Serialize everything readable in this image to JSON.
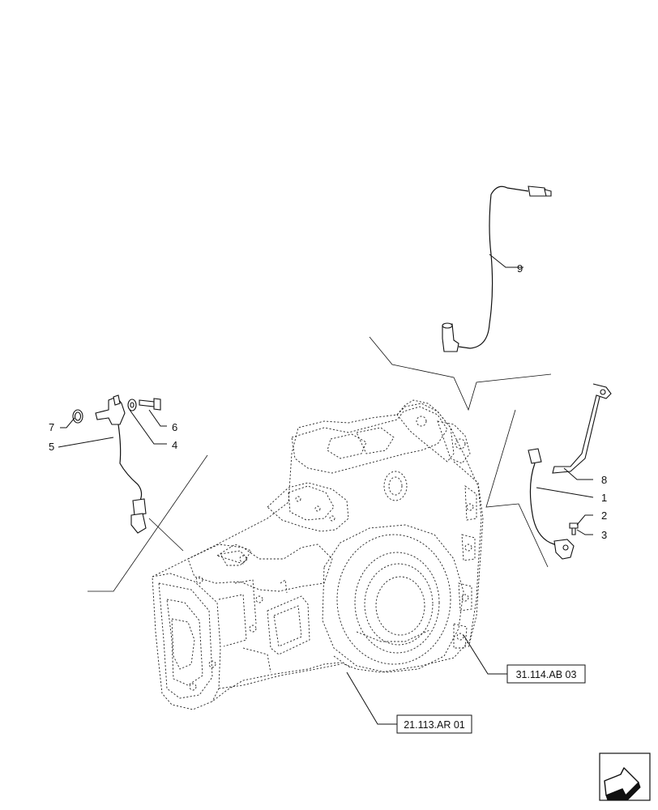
{
  "callouts": [
    "1",
    "2",
    "3",
    "4",
    "5",
    "6",
    "7",
    "8",
    "9"
  ],
  "references": [
    "31.114.AB 03",
    "21.113.AR 01"
  ],
  "nav_icon": "next-page-arrow-icon"
}
